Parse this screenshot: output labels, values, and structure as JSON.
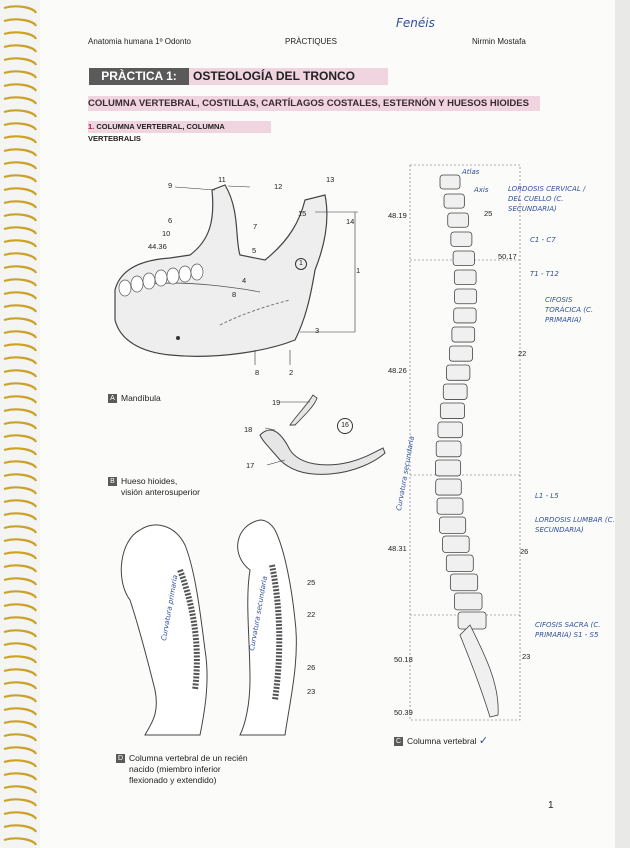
{
  "header": {
    "left": "Anatomia humana 1º Odonto",
    "center": "PRÀCTIQUES",
    "right": "Nirmin Mostafa",
    "handwritten": "Fenéis"
  },
  "practice_label": "PRÀCTICA 1:",
  "practice_title": "OSTEOLOGÍA DEL TRONCO",
  "subtitle": "COLUMNA VERTEBRAL, COSTILLAS, CARTÍLAGOS COSTALES, ESTERNÓN Y HUESOS HIOIDES",
  "section": {
    "num": "1.",
    "text": "COLUMNA VERTEBRAL, COLUMNA VERTEBRALIS"
  },
  "captions": {
    "a": {
      "letter": "A",
      "text": "Mandíbula"
    },
    "b": {
      "letter": "B",
      "line1": "Hueso hioides,",
      "line2": "visión anterosuperior"
    },
    "c": {
      "letter": "C",
      "text": "Columna vertebral"
    },
    "d": {
      "letter": "D",
      "line1": "Columna vertebral de un recién",
      "line2": "nacido (miembro inferior",
      "line3": "flexionado y extendido)"
    }
  },
  "mandible_labels": [
    "9",
    "11",
    "12",
    "13",
    "15",
    "14",
    "6",
    "10",
    "44.36",
    "7",
    "5",
    "4",
    "8",
    "1",
    "3",
    "8",
    "2"
  ],
  "circled": {
    "mandible": "1",
    "hyoid": "16"
  },
  "hyoid_labels": [
    "19",
    "18",
    "17"
  ],
  "spine_labels": [
    "48.19",
    "25",
    "50.17",
    "22",
    "48.26",
    "48.31",
    "26",
    "50.18",
    "23",
    "50.39"
  ],
  "infant_labels": [
    "25",
    "22",
    "26",
    "23"
  ],
  "handwritten_notes": {
    "atlas": "Atlas",
    "axis": "Axis",
    "lordosis_cervical": "LORDOSIS CERVICAL / DEL CUELLO (C. SECUNDARIA)",
    "c1c7": "C1 - C7",
    "t1t12": "T1 - T12",
    "cifosis_toracica": "CIFOSIS TORÁCICA (C. PRIMARIA)",
    "l1l5": "L1 - L5",
    "lordosis_lumbar": "LORDOSIS LUMBAR (C. SECUNDARIA)",
    "cifosis_sacra": "CIFOSIS SACRA (C. PRIMARIA) S1 - S5",
    "curvatura_secundaria": "Curvatura secundaria",
    "curvatura_primaria": "Curvatura primaria",
    "check": "✓"
  },
  "page_number": "1"
}
